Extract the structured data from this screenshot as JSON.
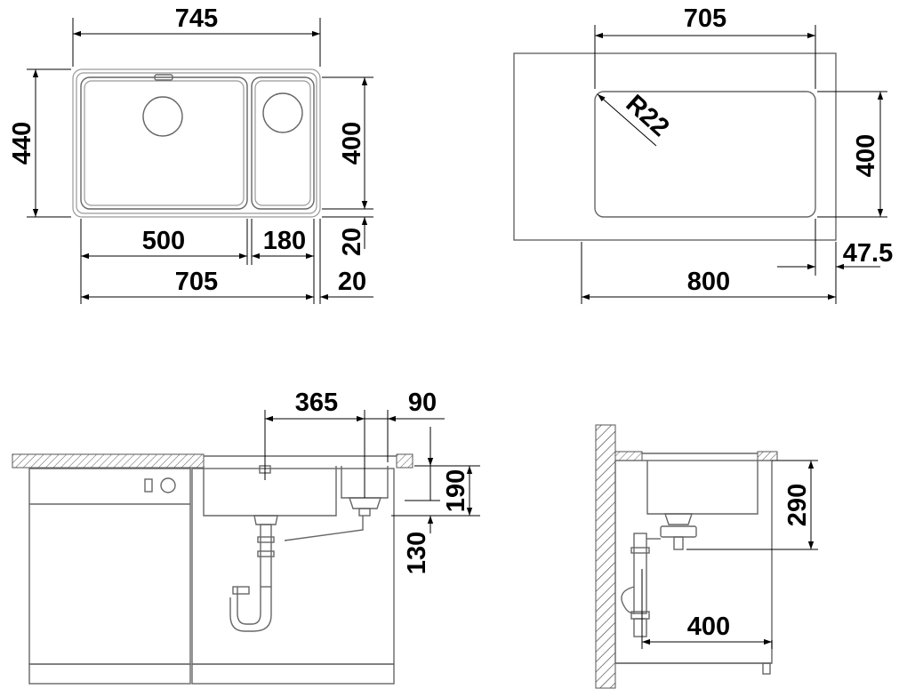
{
  "top_left_view": {
    "width_total": "745",
    "height_total": "440",
    "bowl_height": "400",
    "main_bowl_width": "500",
    "small_bowl_width": "180",
    "edge_right": "20",
    "bowls_total": "705",
    "edge_bottom": "20"
  },
  "top_right_view": {
    "cutout_width": "705",
    "corner_radius": "R22",
    "cutout_height": "400",
    "cabinet_width": "800",
    "offset": "47.5"
  },
  "front_view": {
    "drain_distance": "365",
    "small_drain_distance": "90",
    "bowl_depth": "190",
    "drain_height": "130"
  },
  "side_view": {
    "depth": "290",
    "wall_distance": "400"
  }
}
